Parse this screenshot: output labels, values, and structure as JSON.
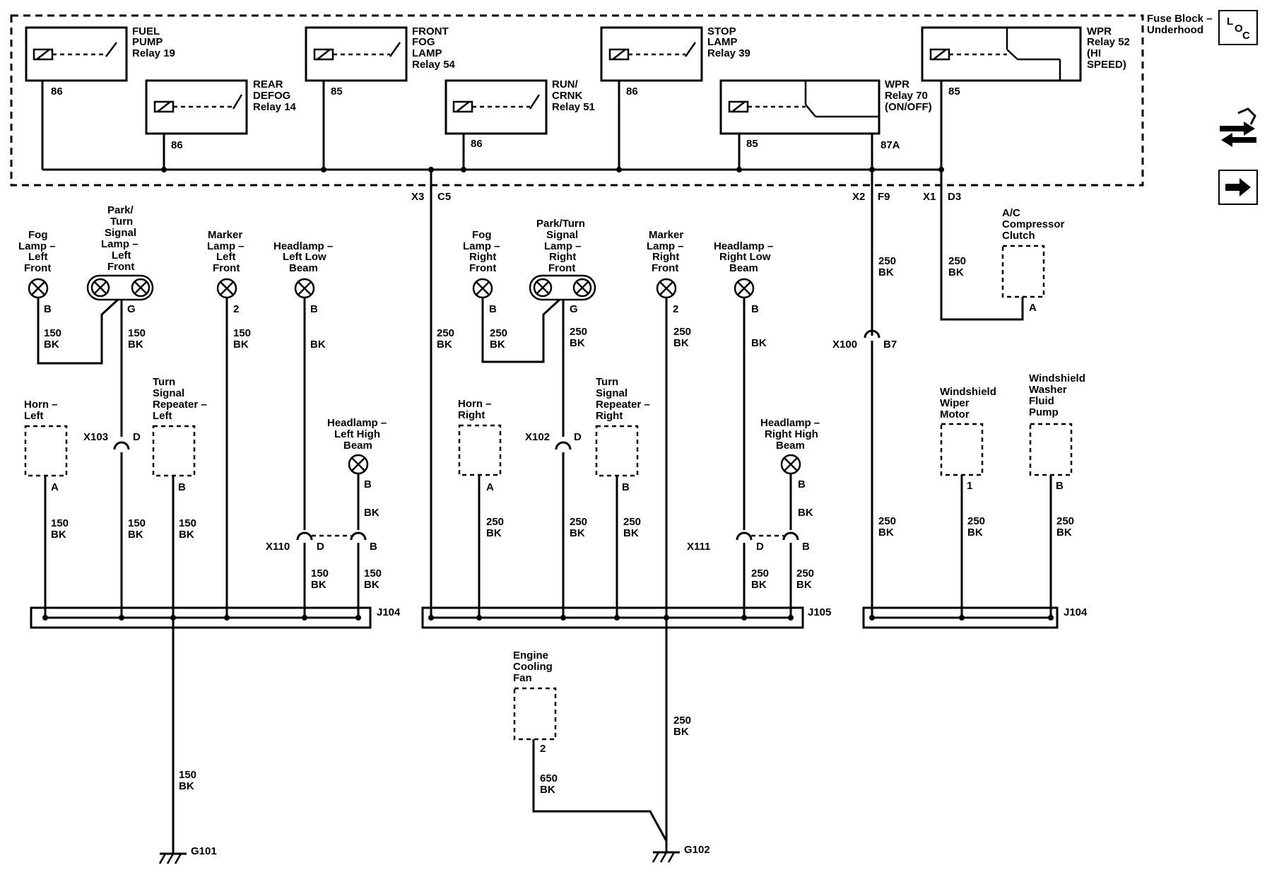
{
  "fuse_block": {
    "label_line1": "Fuse Block –",
    "label_line2": "Underhood"
  },
  "relays": {
    "fuel_pump": {
      "l1": "FUEL",
      "l2": "PUMP",
      "l3": "Relay 19",
      "pin": "86"
    },
    "rear_defog": {
      "l1": "REAR",
      "l2": "DEFOG",
      "l3": "Relay 14",
      "pin": "86"
    },
    "front_fog": {
      "l1": "FRONT",
      "l2": "FOG",
      "l3": "LAMP",
      "l4": "Relay 54",
      "pin": "85"
    },
    "run_crnk": {
      "l1": "RUN/",
      "l2": "CRNK",
      "l3": "Relay 51",
      "pin": "86"
    },
    "stop_lamp": {
      "l1": "STOP",
      "l2": "LAMP",
      "l3": "Relay 39",
      "pin": "86"
    },
    "wpr70": {
      "l1": "WPR",
      "l2": "Relay 70",
      "l3": "(ON/OFF)",
      "pin": "85",
      "pin2": "87A"
    },
    "wpr52": {
      "l1": "WPR",
      "l2": "Relay 52",
      "l3": "(HI",
      "l4": "SPEED)",
      "pin": "85"
    }
  },
  "connectors_top": {
    "x3": "X3",
    "c5": "C5",
    "x2": "X2",
    "f9": "F9",
    "x1": "X1",
    "d3": "D3"
  },
  "components": {
    "fog_lf": {
      "l1": "Fog",
      "l2": "Lamp –",
      "l3": "Left",
      "l4": "Front",
      "pin": "B",
      "wire1": "150",
      "wire2": "BK"
    },
    "park_lf": {
      "l1": "Park/",
      "l2": "Turn",
      "l3": "Signal",
      "l4": "Lamp –",
      "l5": "Left",
      "l6": "Front",
      "pin": "G",
      "wire1": "150",
      "wire2": "BK"
    },
    "marker_lf": {
      "l1": "Marker",
      "l2": "Lamp –",
      "l3": "Left",
      "l4": "Front",
      "pin": "2",
      "wire1": "150",
      "wire2": "BK"
    },
    "head_llow": {
      "l1": "Headlamp –",
      "l2": "Left Low",
      "l3": "Beam",
      "pin": "B",
      "wire": "BK"
    },
    "fog_rf": {
      "l1": "Fog",
      "l2": "Lamp –",
      "l3": "Right",
      "l4": "Front",
      "pin": "B",
      "wire1": "250",
      "wire2": "BK"
    },
    "park_rf": {
      "l1": "Park/Turn",
      "l2": "Signal",
      "l3": "Lamp –",
      "l4": "Right",
      "l5": "Front",
      "pin": "G",
      "wire1": "250",
      "wire2": "BK"
    },
    "marker_rf": {
      "l1": "Marker",
      "l2": "Lamp –",
      "l3": "Right",
      "l4": "Front",
      "pin": "2",
      "wire1": "250",
      "wire2": "BK"
    },
    "head_rlow": {
      "l1": "Headlamp –",
      "l2": "Right Low",
      "l3": "Beam",
      "pin": "B",
      "wire": "BK"
    },
    "ac_clutch": {
      "l1": "A/C",
      "l2": "Compressor",
      "l3": "Clutch",
      "pin": "A"
    },
    "horn_l": {
      "l1": "Horn –",
      "l2": "Left",
      "pin": "A",
      "wire1": "150",
      "wire2": "BK"
    },
    "turn_rep_l": {
      "l1": "Turn",
      "l2": "Signal",
      "l3": "Repeater –",
      "l4": "Left",
      "pin": "B",
      "wire1": "150",
      "wire2": "BK"
    },
    "head_lhigh": {
      "l1": "Headlamp –",
      "l2": "Left High",
      "l3": "Beam",
      "pin": "B",
      "wire": "BK"
    },
    "horn_r": {
      "l1": "Horn –",
      "l2": "Right",
      "pin": "A",
      "wire1": "250",
      "wire2": "BK"
    },
    "turn_rep_r": {
      "l1": "Turn",
      "l2": "Signal",
      "l3": "Repeater –",
      "l4": "Right",
      "pin": "B",
      "wire1": "250",
      "wire2": "BK"
    },
    "head_rhigh": {
      "l1": "Headlamp –",
      "l2": "Right High",
      "l3": "Beam",
      "pin": "B",
      "wire": "BK"
    },
    "wiper_motor": {
      "l1": "Windshield",
      "l2": "Wiper",
      "l3": "Motor",
      "pin": "1",
      "wire1": "250",
      "wire2": "BK"
    },
    "washer_pump": {
      "l1": "Windshield",
      "l2": "Washer",
      "l3": "Fluid",
      "l4": "Pump",
      "pin": "B",
      "wire1": "250",
      "wire2": "BK"
    },
    "cooling_fan": {
      "l1": "Engine",
      "l2": "Cooling",
      "l3": "Fan",
      "pin": "2",
      "wire1": "650",
      "wire2": "BK"
    }
  },
  "inline_connectors": {
    "x103": {
      "name": "X103",
      "pin": "D"
    },
    "x102": {
      "name": "X102",
      "pin": "D"
    },
    "x110": {
      "name": "X110",
      "pin1": "D",
      "pin2": "B"
    },
    "x111": {
      "name": "X111",
      "pin1": "D",
      "pin2": "B"
    },
    "x100": {
      "name": "X100",
      "pin": "B7"
    }
  },
  "wires": {
    "w150": "150",
    "w250": "250",
    "bk": "BK"
  },
  "splices": {
    "j104a": "J104",
    "j105": "J105",
    "j104b": "J104"
  },
  "grounds": {
    "g101": "G101",
    "g102": "G102"
  },
  "side_icons": {
    "loc_l": "L",
    "loc_o": "O",
    "loc_c": "C"
  }
}
